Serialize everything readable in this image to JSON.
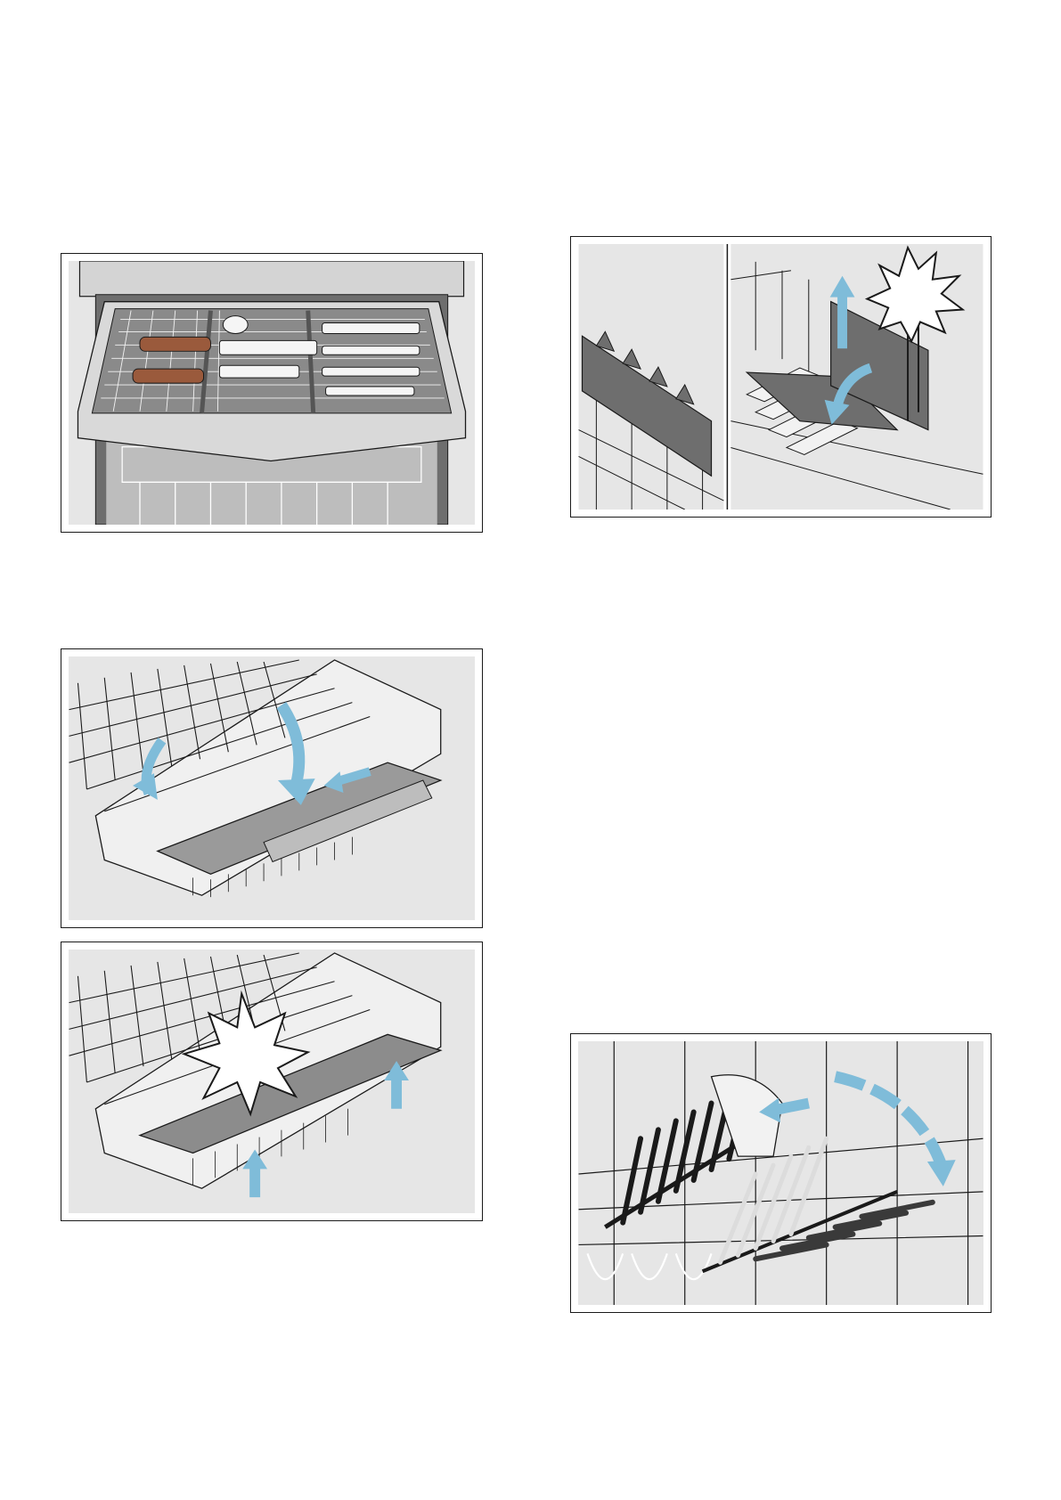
{
  "page": {
    "figures": [
      {
        "id": "cutlery-drawer",
        "icon": "cutlery-drawer-illustration"
      },
      {
        "id": "rack-fold-tines",
        "icon": "fold-tines-illustration"
      },
      {
        "id": "rack-click-tines",
        "icon": "click-tines-illustration"
      },
      {
        "id": "rack-spikes-detail",
        "icon": "rack-spikes-illustration"
      },
      {
        "id": "rack-folding-spikes",
        "icon": "folding-spikes-illustration"
      }
    ]
  },
  "colors": {
    "panel_bg": "#e6e6e6",
    "arrow": "#7fbcd9",
    "line": "#1a1a1a",
    "part_gray": "#8c8c8c",
    "part_dark": "#3a3a3a"
  }
}
